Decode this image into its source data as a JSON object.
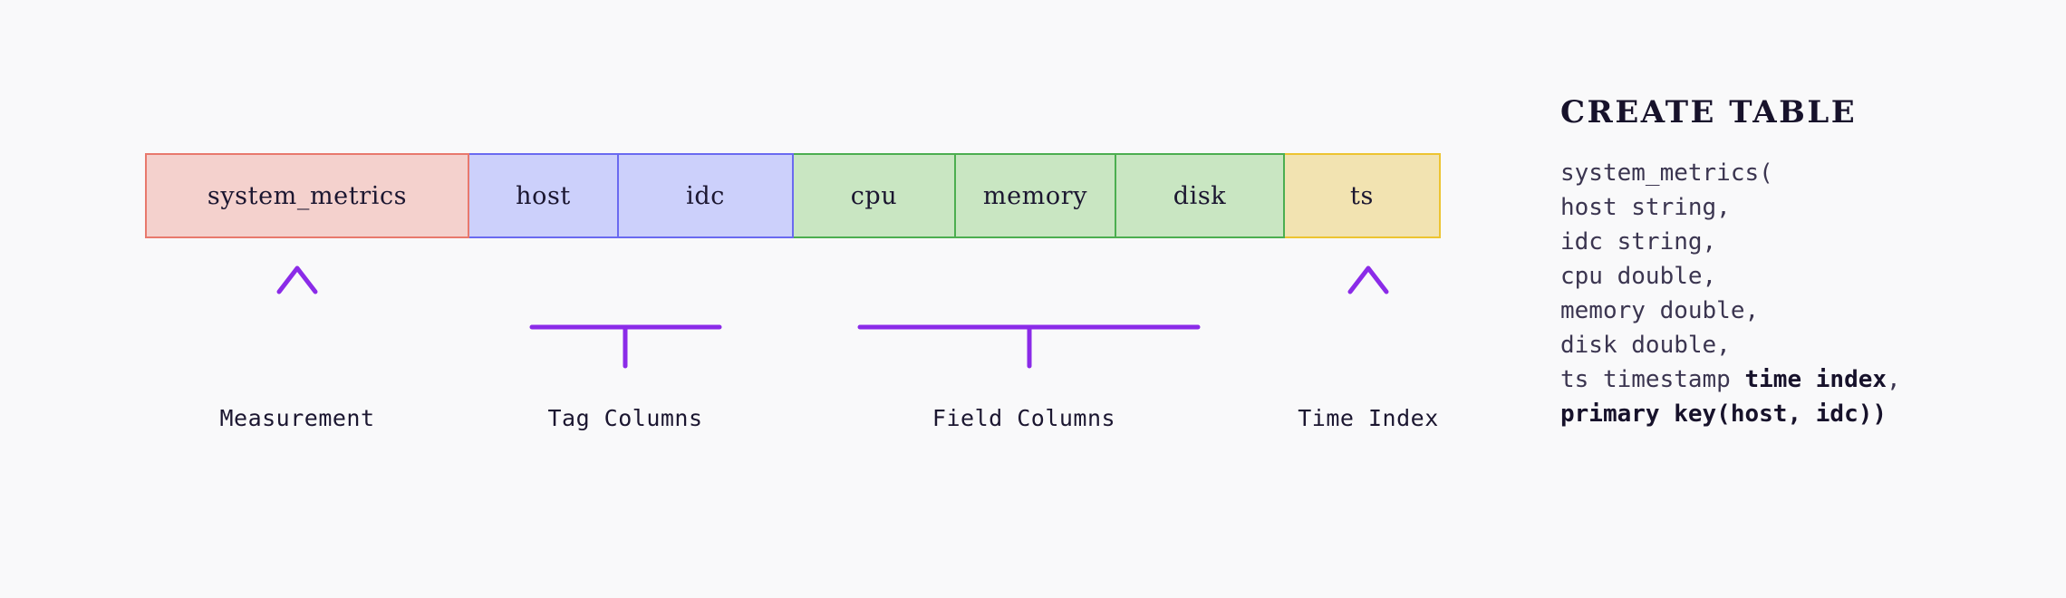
{
  "theme": {
    "background": "#f9f9fa",
    "text": "#1b1630",
    "annotation_purple": "#8b2be8",
    "annotation_purple_light": "#e8c9fa",
    "measurement_fill": "#f4d1cd",
    "measurement_stroke": "#e8796d",
    "tag_fill": "#ccd0fb",
    "tag_stroke": "#6a6af0",
    "field_fill": "#c9e6c2",
    "field_stroke": "#4cae50",
    "time_index_fill": "#f2e3b1",
    "time_index_stroke": "#edc431"
  },
  "schema": {
    "cells": [
      {
        "label": "system_metrics",
        "group": "measurement"
      },
      {
        "label": "host",
        "group": "tag"
      },
      {
        "label": "idc",
        "group": "tag"
      },
      {
        "label": "cpu",
        "group": "field"
      },
      {
        "label": "memory",
        "group": "field"
      },
      {
        "label": "disk",
        "group": "field"
      },
      {
        "label": "ts",
        "group": "time_index"
      }
    ]
  },
  "annotations": [
    {
      "caption": "Measurement",
      "marker": "arrow",
      "covers": [
        "system_metrics"
      ]
    },
    {
      "caption": "Tag Columns",
      "marker": "bracket",
      "covers": [
        "host",
        "idc"
      ]
    },
    {
      "caption": "Field Columns",
      "marker": "bracket",
      "covers": [
        "cpu",
        "memory",
        "disk"
      ]
    },
    {
      "caption": "Time Index",
      "marker": "arrow",
      "covers": [
        "ts"
      ]
    }
  ],
  "code": {
    "title": "CREATE TABLE",
    "lines": [
      {
        "plain": "system_metrics("
      },
      {
        "plain": "host string,"
      },
      {
        "plain": "idc string,"
      },
      {
        "plain": "cpu double,"
      },
      {
        "plain": "memory double,"
      },
      {
        "plain": "disk double,"
      },
      {
        "plain": "ts timestamp ",
        "bold": "time index",
        "tail": ","
      },
      {
        "bold": "primary key(host, idc))"
      }
    ]
  }
}
